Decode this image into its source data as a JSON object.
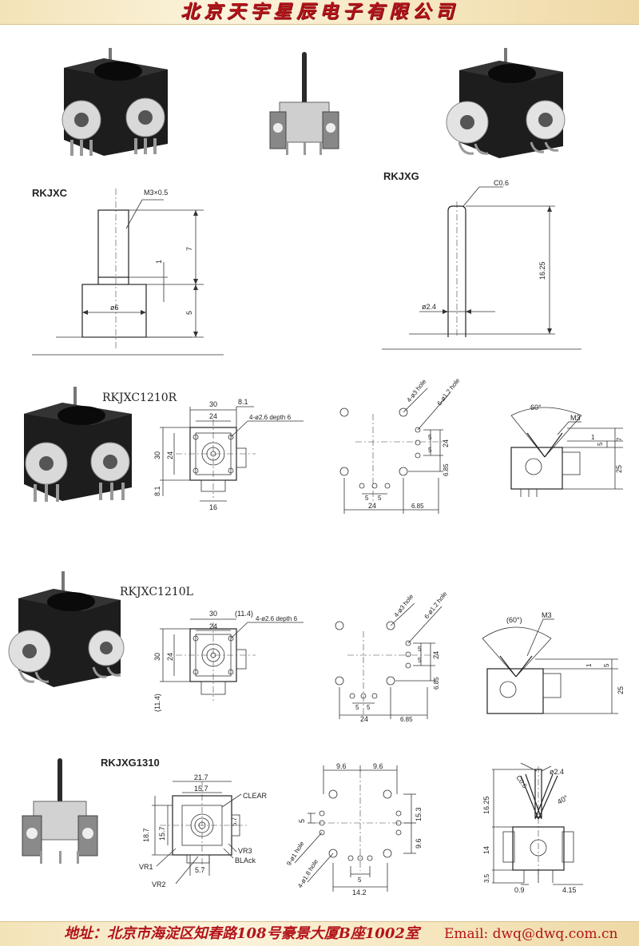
{
  "header": {
    "company": "北京天宇星辰电子有限公司"
  },
  "footer": {
    "address": "地址：北京市海淀区知春路108号豪景大厦B座1002室",
    "email": "Email: dwq@dwq.com.cn"
  },
  "sections": {
    "rkjxc": {
      "title": "RKJXC",
      "thread": "M3×0.5",
      "dim_7": "7",
      "dim_1": "1",
      "dim_5": "5",
      "dia": "ø6"
    },
    "rkjxg": {
      "title": "RKJXG",
      "chamfer": "C0.6",
      "dim_1625": "16.25",
      "dia": "ø2.4"
    },
    "rkjxc1210r": {
      "title": "RKJXC1210R",
      "top_30": "30",
      "top_8_1": "8.1",
      "top_24": "24",
      "hole_note": "4-ø2.6 depth 6",
      "side_30": "30",
      "side_24": "24",
      "side_8_1": "8.1",
      "bottom_16": "16",
      "pcb_hole1": "4-ø3 hole",
      "pcb_hole2": "6-ø1.2 hole",
      "pcb_5a": "5",
      "pcb_5b": "5",
      "pcb_24v": "24",
      "pcb_5c": "5",
      "pcb_5d": "5",
      "pcb_6_85v": "6.85",
      "pcb_24h": "24",
      "pcb_6_85h": "6.85",
      "angle": "60°",
      "m3": "M3",
      "s_1": "1",
      "s_5": "5",
      "s_7": "7",
      "s_25": "25"
    },
    "rkjxc1210l": {
      "title": "RKJXC1210L",
      "top_30": "30",
      "top_11_4": "(11.4)",
      "top_24": "24",
      "hole_note": "4-ø2.6 depth 6",
      "side_30": "30",
      "side_24": "24",
      "side_11_4": "(11.4)",
      "pcb_hole1": "4-ø3 hole",
      "pcb_hole2": "6-ø1.2 hole",
      "pcb_5a": "5",
      "pcb_5b": "5",
      "pcb_24v": "24",
      "pcb_5c": "5",
      "pcb_5d": "5",
      "pcb_6_85v": "6.85",
      "pcb_24h": "24",
      "pcb_6_85h": "6.85",
      "angle": "(60°)",
      "m3": "M3",
      "s_1": "1",
      "s_5": "5",
      "s_25": "25"
    },
    "rkjxg1310": {
      "title": "RKJXG1310",
      "top_21_7": "21.7",
      "top_15_7": "15.7",
      "clear": "CLEAR",
      "side_18_7": "18.7",
      "side_15_7": "15.7",
      "side_5_7": "5.7",
      "vr1": "VR1",
      "vr2": "VR2",
      "vr3": "VR3",
      "black": "BLAck",
      "bottom_5_7": "5.7",
      "pcb_9_6a": "9.6",
      "pcb_9_6b": "9.6",
      "pcb_5": "5",
      "pcb_15_3": "15.3",
      "pcb_9_6v": "9.6",
      "pcb_hole1": "9-ø1 hole",
      "pcb_hole2": "4-ø1.8 hole",
      "pcb_5h": "5",
      "pcb_14_2": "14.2",
      "s_c0_6": "C0.6",
      "s_d2_4": "ø2.4",
      "s_40": "40°",
      "s_16_25": "16.25",
      "s_14": "14",
      "s_3_5": "3.5",
      "s_0_9": "0.9",
      "s_4_15": "4.15"
    }
  }
}
